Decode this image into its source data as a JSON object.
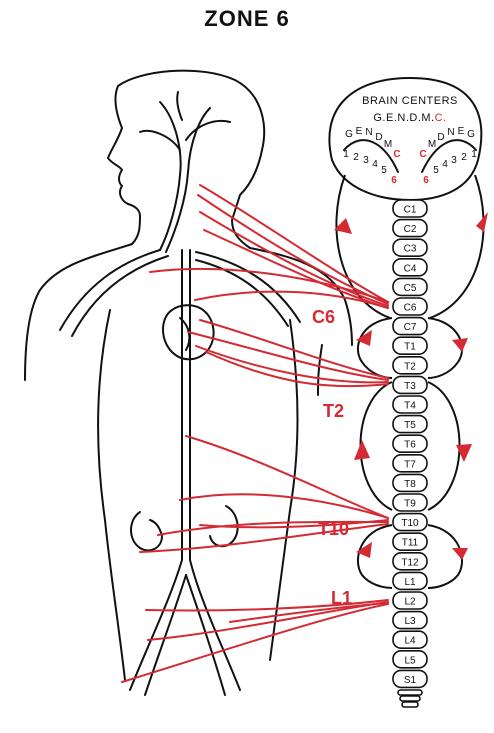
{
  "title": "ZONE 6",
  "brain": {
    "heading": "BRAIN CENTERS",
    "code_black": "G.E.N.D.M.",
    "code_red": "C.",
    "left_letters": [
      "G",
      "E",
      "N",
      "D",
      "M",
      "C"
    ],
    "right_letters": [
      "C",
      "M",
      "D",
      "N",
      "E",
      "G"
    ],
    "left_numbers": [
      "1",
      "2",
      "3",
      "4",
      "5",
      "6"
    ],
    "right_numbers": [
      "6",
      "5",
      "4",
      "3",
      "2",
      "1"
    ]
  },
  "spine": {
    "vertebrae": [
      "C1",
      "C2",
      "C3",
      "C4",
      "C5",
      "C6",
      "C7",
      "T1",
      "T2",
      "T3",
      "T4",
      "T5",
      "T6",
      "T7",
      "T8",
      "T9",
      "T10",
      "T11",
      "T12",
      "L1",
      "L2",
      "L3",
      "L4",
      "L5",
      "S1"
    ]
  },
  "labels": {
    "c6": "C6",
    "t2": "T2",
    "t10": "T10",
    "l1": "L1"
  },
  "colors": {
    "accent": "#d42a33",
    "ink": "#111111"
  }
}
